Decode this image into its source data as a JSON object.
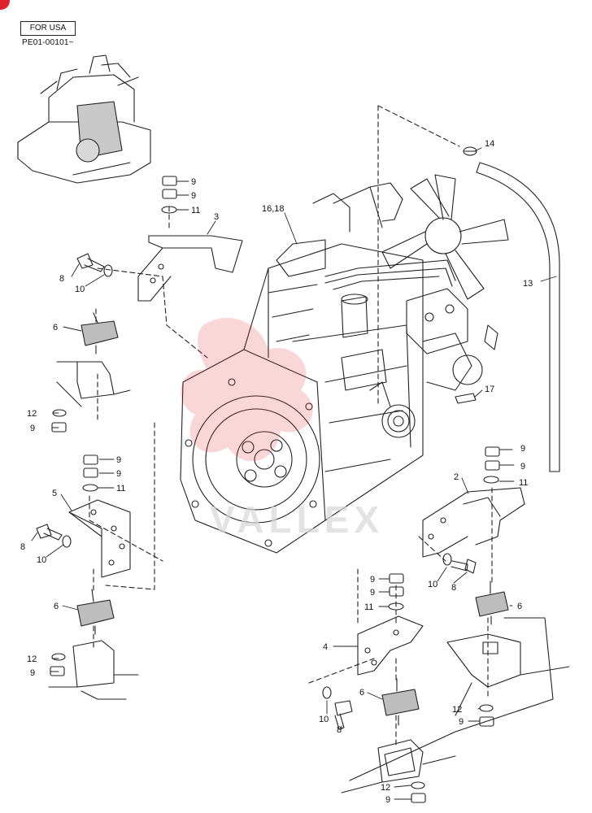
{
  "header": {
    "region_label": "FOR USA",
    "serial_range": "PE01-00101~"
  },
  "watermark": {
    "text": "VALLEX"
  },
  "brand": {
    "accent": "#e0202a",
    "line": "#222222"
  },
  "callouts": {
    "c1": "9",
    "c2": "9",
    "c3": "11",
    "c4": "3",
    "c5": "8",
    "c6": "10",
    "c7": "6",
    "c8": "12",
    "c9": "9",
    "c10": "16,18",
    "c11": "14",
    "c12": "13",
    "c13": "17",
    "c14": "9",
    "c15": "9",
    "c16": "11",
    "c17": "5",
    "c18": "8",
    "c19": "10",
    "c20": "6",
    "c21": "12",
    "c22": "9",
    "c23": "9",
    "c24": "9",
    "c25": "2",
    "c26": "11",
    "c27": "10",
    "c28": "8",
    "c29": "6",
    "c30": "9",
    "c31": "9",
    "c32": "11",
    "c33": "4",
    "c34": "6",
    "c35": "10",
    "c36": "8",
    "c37": "12",
    "c38": "9",
    "c39": "12",
    "c40": "9"
  }
}
